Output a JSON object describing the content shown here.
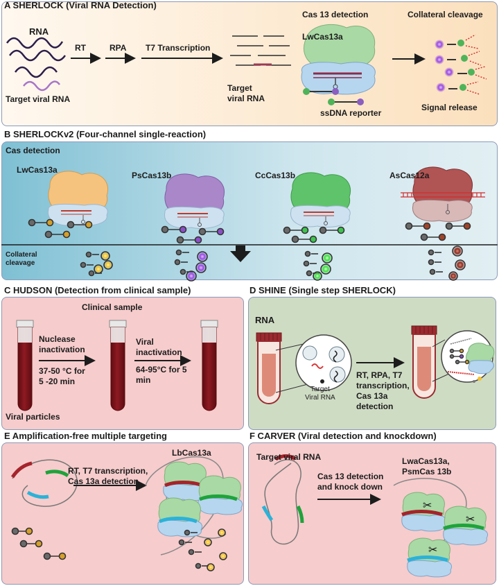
{
  "panels": {
    "a": {
      "title": "A  SHERLOCK (Viral RNA Detection)",
      "rna": "RNA",
      "rt": "RT",
      "rpa": "RPA",
      "t7": "T7 Transcription",
      "target_viral_rna": "Target viral RNA",
      "target_viral_rna_2": "Target\nviral RNA",
      "cas13_detection": "Cas 13 detection",
      "lwcas13a": "LwCas13a",
      "ssdna_reporter": "ssDNA reporter",
      "collateral_cleavage": "Collateral cleavage",
      "signal_release": "Signal release"
    },
    "b": {
      "title": "B  SHERLOCKv2 (Four-channel single-reaction)",
      "cas_detection": "Cas detection",
      "enzymes": [
        "LwCas13a",
        "PsCas13b",
        "CcCas13b",
        "AsCas12a"
      ],
      "collateral_cleavage": "Collateral\ncleavage"
    },
    "c": {
      "title": "C  HUDSON (Detection from clinical sample)",
      "clinical_sample": "Clinical sample",
      "nuclease_inactivation": "Nuclease\ninactivation",
      "nuclease_conditions": "37-50 °C for\n5 -20 min",
      "viral_inactivation": "Viral\ninactivation",
      "viral_conditions": "64-95°C for 5\nmin",
      "viral_particles": "Viral particles"
    },
    "d": {
      "title": "D  SHINE (Single step SHERLOCK)",
      "rna": "RNA",
      "target_viral_rna": "Target\nViral RNA",
      "steps": "RT, RPA, T7\ntranscription,\nCas 13a\ndetection"
    },
    "e": {
      "title": "E  Amplification-free multiple targeting",
      "steps": "RT, T7 transcription,\nCas 13a detection",
      "lbcas13a": "LbCas13a"
    },
    "f": {
      "title": "F  CARVER (Viral detection and knockdown)",
      "target_viral_rna": "Target viral RNA",
      "steps": "Cas 13 detection\nand knock down",
      "enzymes": "LwaCas13a,\nPsmCas 13b"
    }
  },
  "colors": {
    "panel_a_bg": "#fbe3c2",
    "panel_b_bg": "#a8d4e2",
    "panel_c_bg": "#f6cccc",
    "panel_d_bg": "#cfdcc4",
    "panel_e_bg": "#f6cccc",
    "panel_f_bg": "#f6cccc",
    "cas13a_green": "#a9d9a5",
    "cas13a_orange": "#f6c37e",
    "cas13b_purple": "#a987c9",
    "cas13b_green": "#5fc36b",
    "cas12a_red": "#b15454",
    "blood_red": "#7a1218",
    "reporter_grey": "#6a6a6a"
  }
}
